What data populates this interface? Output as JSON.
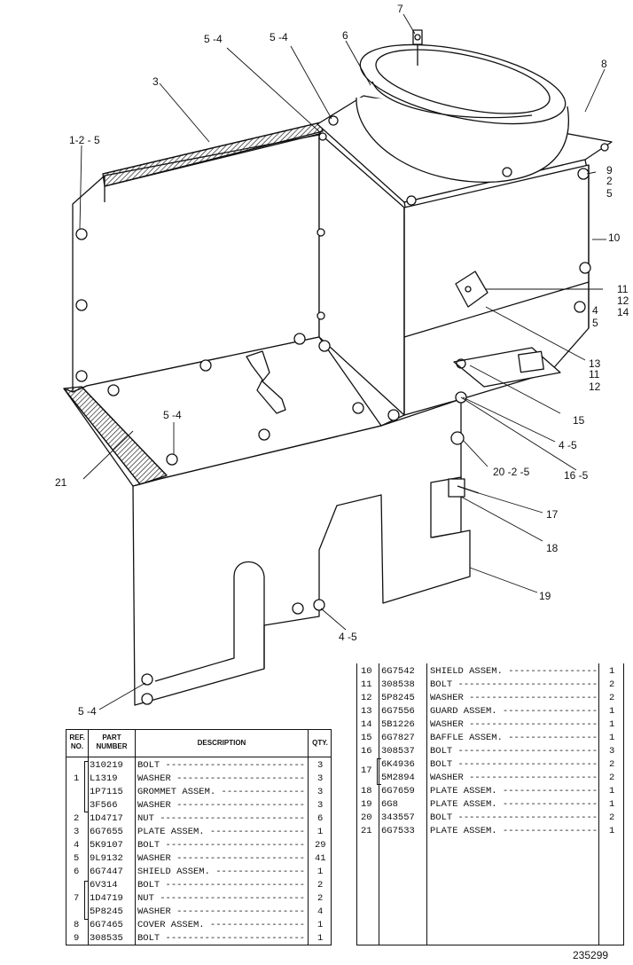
{
  "drawing_number": "235299",
  "callouts": [
    {
      "id": "c-7",
      "text": "7"
    },
    {
      "id": "c-5-4a",
      "text": "5 -4"
    },
    {
      "id": "c-5-4b",
      "text": "5 -4"
    },
    {
      "id": "c-6",
      "text": "6"
    },
    {
      "id": "c-3",
      "text": "3"
    },
    {
      "id": "c-8",
      "text": "8"
    },
    {
      "id": "c-1-2-5",
      "text": "1-2 - 5"
    },
    {
      "id": "c-9",
      "text": "9"
    },
    {
      "id": "c-2",
      "text": "2"
    },
    {
      "id": "c-5a",
      "text": "5"
    },
    {
      "id": "c-10",
      "text": "10"
    },
    {
      "id": "c-11",
      "text": "11"
    },
    {
      "id": "c-12a",
      "text": "12"
    },
    {
      "id": "c-14",
      "text": "14"
    },
    {
      "id": "c-4",
      "text": "4"
    },
    {
      "id": "c-5b",
      "text": "5"
    },
    {
      "id": "c-13",
      "text": "13"
    },
    {
      "id": "c-11b",
      "text": "11"
    },
    {
      "id": "c-12b",
      "text": "12"
    },
    {
      "id": "c-15",
      "text": "15"
    },
    {
      "id": "c-4-5a",
      "text": "4 -5"
    },
    {
      "id": "c-16-5",
      "text": "16 -5"
    },
    {
      "id": "c-20-2-5",
      "text": "20 -2 -5"
    },
    {
      "id": "c-5-4c",
      "text": "5 -4"
    },
    {
      "id": "c-21",
      "text": "21"
    },
    {
      "id": "c-17",
      "text": "17"
    },
    {
      "id": "c-18",
      "text": "18"
    },
    {
      "id": "c-19",
      "text": "19"
    },
    {
      "id": "c-4-5b",
      "text": "4 -5"
    },
    {
      "id": "c-5-4d",
      "text": "5 -4"
    }
  ],
  "left_table": {
    "headers": {
      "ref": "REF. NO.",
      "part": "PART NUMBER",
      "desc": "DESCRIPTION",
      "qty": "QTY."
    },
    "rows": [
      {
        "ref": "",
        "part": "310219",
        "desc": "BOLT",
        "qty": "3"
      },
      {
        "ref": "1",
        "part": "L1319",
        "desc": "WASHER",
        "qty": "3"
      },
      {
        "ref": "",
        "part": "1P7115",
        "desc": "GROMMET ASSEM.",
        "qty": "3"
      },
      {
        "ref": "",
        "part": "3F566",
        "desc": "WASHER",
        "qty": "3"
      },
      {
        "ref": "2",
        "part": "1D4717",
        "desc": "NUT",
        "qty": "6"
      },
      {
        "ref": "3",
        "part": "6G7655",
        "desc": "PLATE ASSEM.",
        "qty": "1"
      },
      {
        "ref": "4",
        "part": "5K9107",
        "desc": "BOLT",
        "qty": "29"
      },
      {
        "ref": "5",
        "part": "9L9132",
        "desc": "WASHER",
        "qty": "41"
      },
      {
        "ref": "6",
        "part": "6G7447",
        "desc": "SHIELD ASSEM.",
        "qty": "1"
      },
      {
        "ref": "",
        "part": "6V314",
        "desc": "BOLT",
        "qty": "2"
      },
      {
        "ref": "7",
        "part": "1D4719",
        "desc": "NUT",
        "qty": "2"
      },
      {
        "ref": "",
        "part": "5P8245",
        "desc": "WASHER",
        "qty": "4"
      },
      {
        "ref": "8",
        "part": "6G7465",
        "desc": "COVER ASSEM.",
        "qty": "1"
      },
      {
        "ref": "9",
        "part": "308535",
        "desc": "BOLT",
        "qty": "1"
      }
    ]
  },
  "right_table": {
    "rows": [
      {
        "ref": "10",
        "part": "6G7542",
        "desc": "SHIELD ASSEM.",
        "qty": "1"
      },
      {
        "ref": "11",
        "part": "308538",
        "desc": "BOLT",
        "qty": "2"
      },
      {
        "ref": "12",
        "part": "5P8245",
        "desc": "WASHER",
        "qty": "2"
      },
      {
        "ref": "13",
        "part": "6G7556",
        "desc": "GUARD ASSEM.",
        "qty": "1"
      },
      {
        "ref": "14",
        "part": "5B1226",
        "desc": "WASHER",
        "qty": "1"
      },
      {
        "ref": "15",
        "part": "6G7827",
        "desc": "BAFFLE ASSEM.",
        "qty": "1"
      },
      {
        "ref": "16",
        "part": "308537",
        "desc": "BOLT",
        "qty": "3"
      },
      {
        "ref": "",
        "part": "6K4936",
        "desc": "BOLT",
        "qty": "2"
      },
      {
        "ref": "17",
        "part": "5M2894",
        "desc": "WASHER",
        "qty": "2"
      },
      {
        "ref": "18",
        "part": "6G7659",
        "desc": "PLATE ASSEM.",
        "qty": "1"
      },
      {
        "ref": "19",
        "part": "6G8",
        "desc": "PLATE ASSEM.",
        "qty": "1"
      },
      {
        "ref": "20",
        "part": "343557",
        "desc": "BOLT",
        "qty": "2"
      },
      {
        "ref": "21",
        "part": "6G7533",
        "desc": "PLATE ASSEM.",
        "qty": "1"
      }
    ]
  }
}
